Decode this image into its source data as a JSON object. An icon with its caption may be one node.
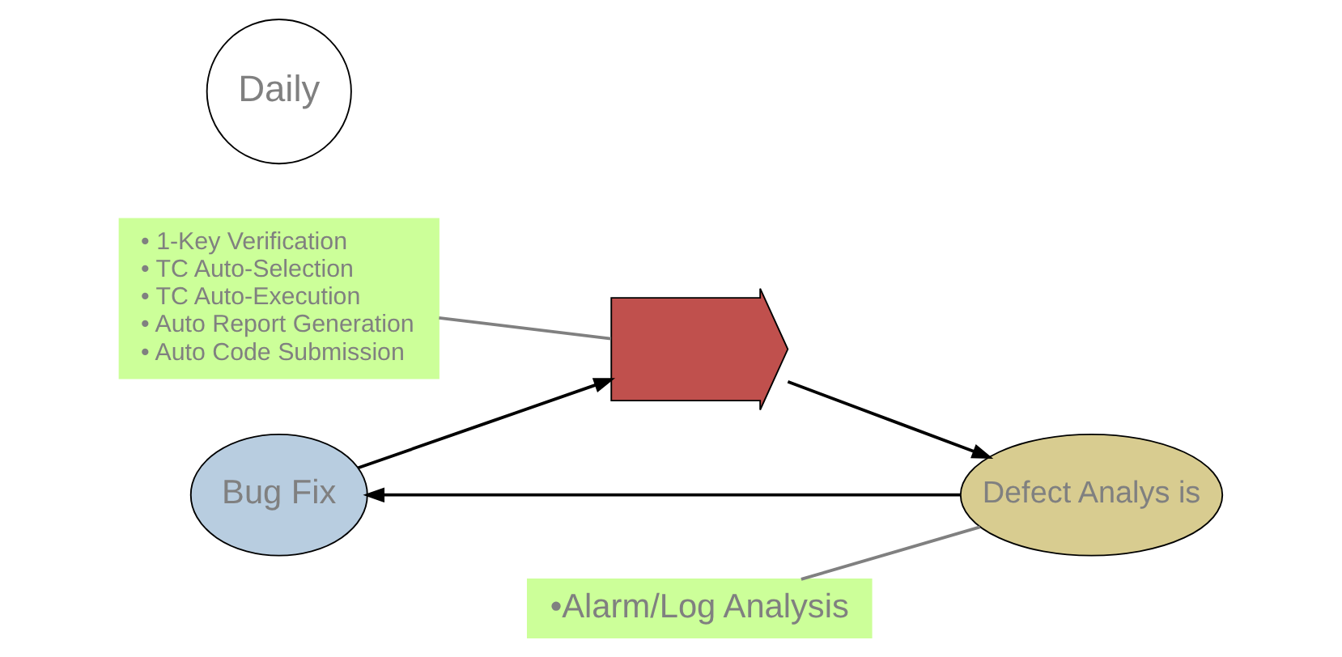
{
  "diagram": {
    "nodes": [
      {
        "text": [
          "Bug Fix"
        ]
      },
      {
        "text": [],
        "shape": "arrow"
      },
      {
        "text": [
          "Defect Analys is"
        ]
      },
      {
        "text": [
          "Daily"
        ]
      },
      {
        "text": [
          "• 1-Key Verification",
          "• TC Auto-Selection",
          "• TC Auto-Execution",
          "• Auto Report Generation",
          "• Auto Code Submission"
        ]
      },
      {
        "text": [
          "•Alarm/Log Analysis"
        ]
      }
    ],
    "edges": [
      {
        "from": 0,
        "to": 1,
        "arrow": "to"
      },
      {
        "from": 1,
        "to": 2,
        "arrow": "to"
      },
      {
        "from": 2,
        "to": 0,
        "arrow": "to"
      },
      {
        "from": 4,
        "to": 1,
        "arrow": "none",
        "color": "#808080"
      },
      {
        "from": 5,
        "to": 2,
        "arrow": "none",
        "color": "#808080"
      }
    ]
  }
}
